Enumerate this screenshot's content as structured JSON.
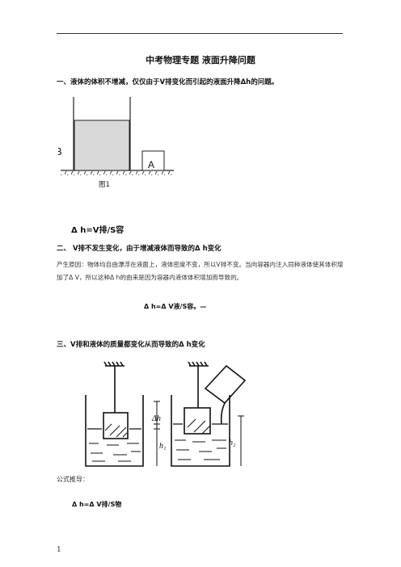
{
  "title": "中考物理专题 液面升降问题",
  "section1_heading": "一、液体的体积不增减，仅仅由于V排变化而引起的液面升降Δh的问题。",
  "figure1": {
    "label_b": "B",
    "label_a": "A",
    "caption": "图1"
  },
  "formula1": "Δ h=V排/S容",
  "section2_heading": "二、 V排不发生变化，由于增减液体而导致的Δ h变化",
  "section2_paragraph": "产生原因：物体均自由漂浮在液面上，液体密度不变，所以V排不变。当向容器内注入同种液体使其体积增加了Δ V，所以这种Δ h的由来是因为容器内液体体积增加而导致的。",
  "formula2": "Δ h=Δ V液/S容。—",
  "section3_heading": "三、V排和液体的质量都变化从而导致的Δ h变化",
  "figure2": {
    "label_dh": "Δh",
    "label_h1": "h₁",
    "label_h2": "h₂"
  },
  "derivation_label": "公式推导：",
  "formula3": "Δ h=Δ V排/S物",
  "page_number": "1"
}
